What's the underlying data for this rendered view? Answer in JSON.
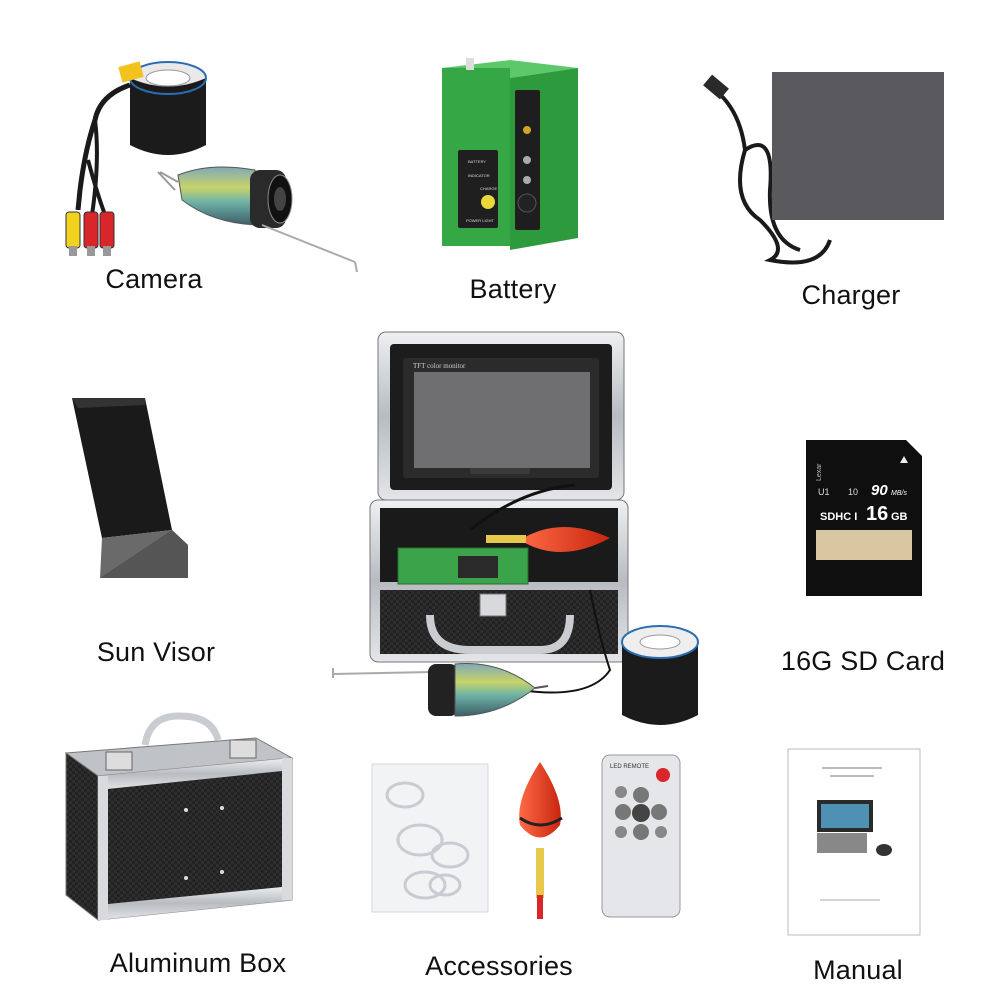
{
  "items": {
    "camera": {
      "label": "Camera"
    },
    "battery": {
      "label": "Battery",
      "panel_labels": [
        "BATTERY",
        "INDICATOR",
        "CHARGE",
        "POWER LIGHT"
      ]
    },
    "charger": {
      "label": "Charger"
    },
    "sun_visor": {
      "label": "Sun Visor"
    },
    "sd_card": {
      "label": "16G SD Card",
      "speed": "90",
      "speed_unit": "MB/s",
      "class_mark": "10",
      "uhs_mark": "U1",
      "type_mark": "SDHC I",
      "capacity": "16",
      "capacity_unit": "GB",
      "brand": "Lexar"
    },
    "aluminum_box": {
      "label": "Aluminum Box"
    },
    "accessories": {
      "label": "Accessories"
    },
    "manual": {
      "label": "Manual"
    },
    "monitor": {
      "screen_caption": "TFT color monitor"
    },
    "remote": {
      "header": "LED REMOTE"
    }
  },
  "colors": {
    "background": "#ffffff",
    "battery_green": "#3db14a",
    "case_black": "#1e1e1e",
    "aluminum": "#c9ccd0",
    "float_red": "#e5381f",
    "charger_box": "#5a5a5e",
    "label_text": "#111111"
  }
}
